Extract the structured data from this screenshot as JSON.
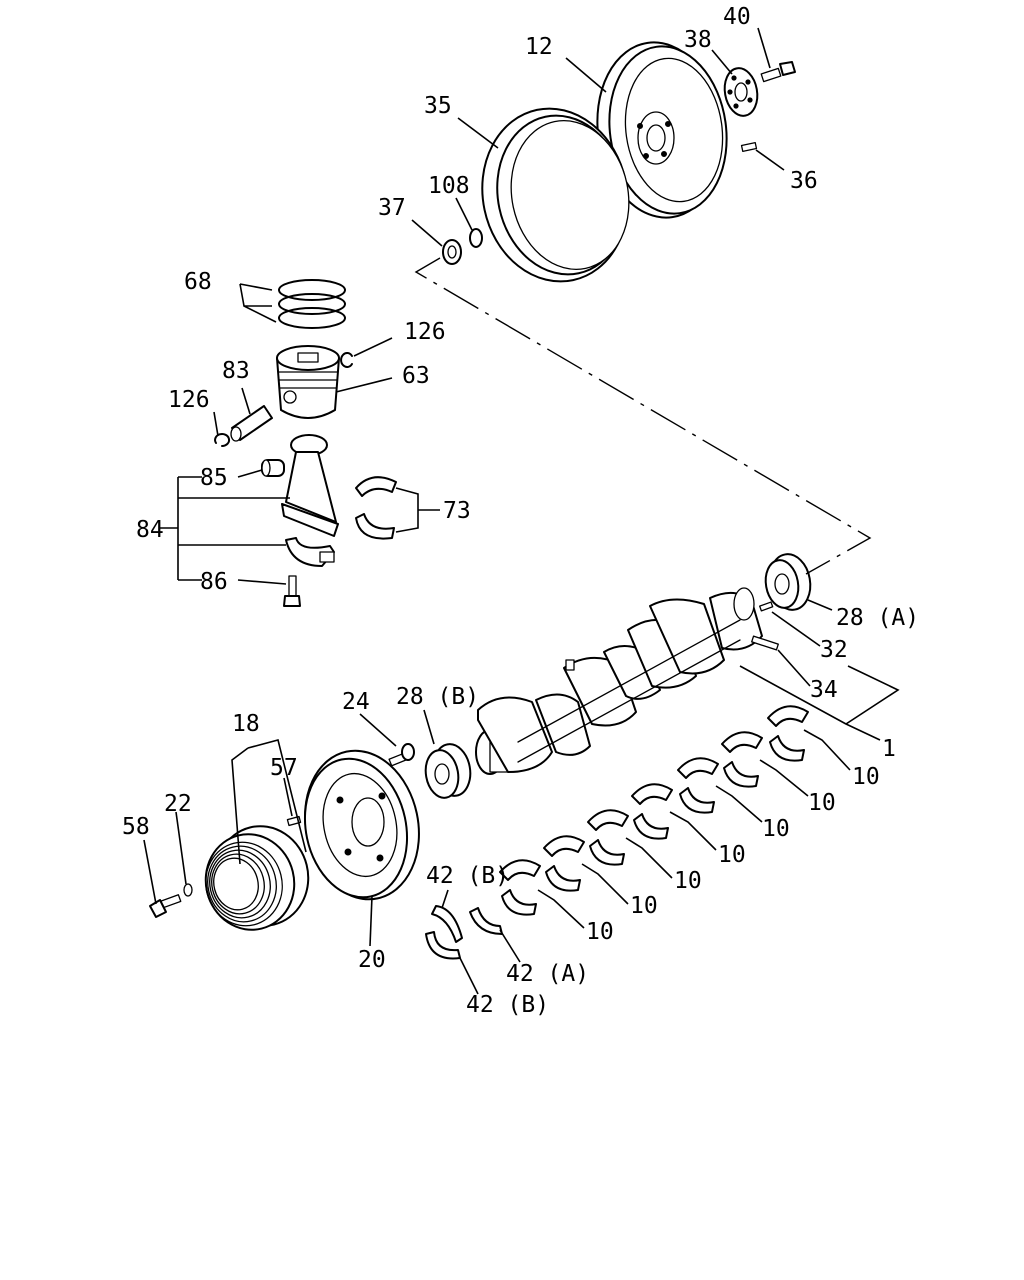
{
  "callouts": {
    "c40": "40",
    "c38": "38",
    "c12": "12",
    "c35": "35",
    "c36": "36",
    "c108": "108",
    "c37": "37",
    "c68": "68",
    "c126a": "126",
    "c63": "63",
    "c83": "83",
    "c126b": "126",
    "c85": "85",
    "c73": "73",
    "c84": "84",
    "c86": "86",
    "c28a": "28 (A)",
    "c32": "32",
    "c34": "34",
    "c1": "1",
    "c24": "24",
    "c28b": "28 (B)",
    "c18": "18",
    "c57": "57",
    "c22": "22",
    "c58": "58",
    "c10a": "10",
    "c10b": "10",
    "c10c": "10",
    "c10d": "10",
    "c10e": "10",
    "c10f": "10",
    "c10g": "10",
    "c20": "20",
    "c42b1": "42 (B)",
    "c42a": "42 (A)",
    "c42b2": "42 (B)"
  }
}
